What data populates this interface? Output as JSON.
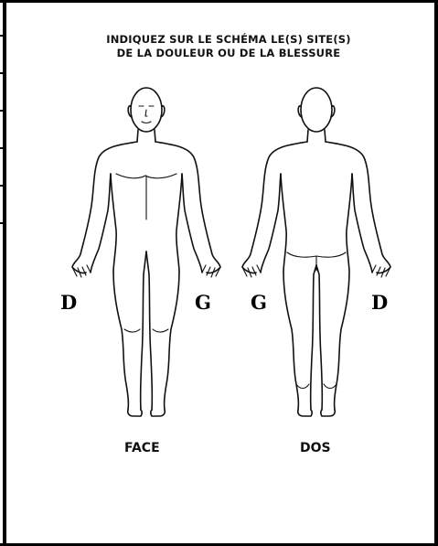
{
  "document": {
    "title_line1": "INDIQUEZ SUR LE SCHÉMA LE(S) SITE(S)",
    "title_line2": "DE LA DOULEUR OU DE LA BLESSURE",
    "front_figure": {
      "left_side_label": "D",
      "right_side_label": "G",
      "caption": "FACE"
    },
    "back_figure": {
      "left_side_label": "G",
      "right_side_label": "D",
      "caption": "DOS"
    }
  }
}
